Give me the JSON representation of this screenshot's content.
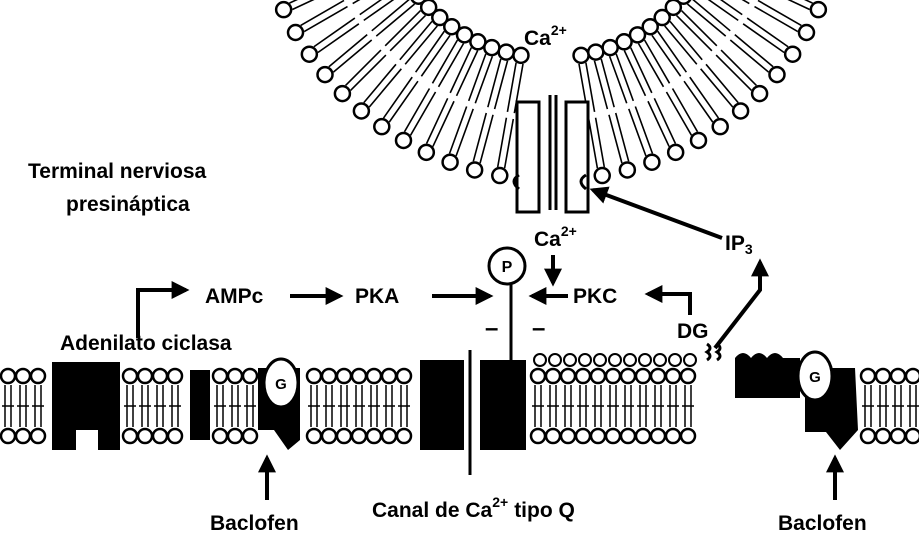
{
  "labels": {
    "ca_top": "Ca",
    "ca_top_sup": "2+",
    "terminal_line1": "Terminal nerviosa",
    "terminal_line2": "presináptica",
    "ca_mid": "Ca",
    "ca_mid_sup": "2+",
    "ip3_main": "IP",
    "ip3_sub": "3",
    "p_circle": "P",
    "ampc": "AMPc",
    "pka": "PKA",
    "pkc": "PKC",
    "dg": "DG",
    "adenilato": "Adenilato ciclasa",
    "g_left": "G",
    "g_right": "G",
    "minus_left": "–",
    "minus_right": "–",
    "baclofen_left": "Baclofen",
    "baclofen_right": "Baclofen",
    "canal_prefix": "Canal de Ca",
    "canal_sup": "2+",
    "canal_suffix": "tipo Q"
  }
}
